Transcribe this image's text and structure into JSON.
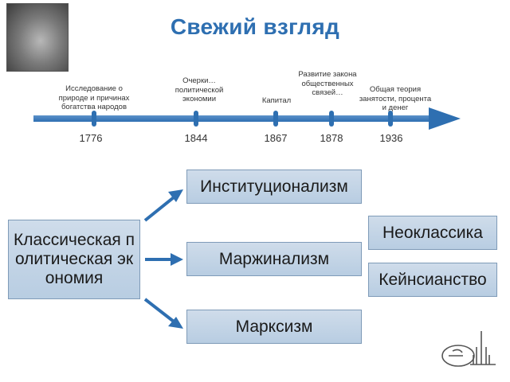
{
  "title": "Свежий взгляд",
  "photo_icon": "hedgehog-in-fog-photo",
  "timeline": {
    "events": [
      {
        "label": "Исследование о природе и причинах богатства народов",
        "year": "1776"
      },
      {
        "label": "Очерки… политической экономии",
        "year": "1844"
      },
      {
        "label": "Капитал",
        "year": "1867"
      },
      {
        "label": "Развитие закона общественных связей…",
        "year": "1878"
      },
      {
        "label": "Общая теория занятости, процента и денег",
        "year": "1936"
      }
    ],
    "colors": {
      "arrow": "#2e6fb1",
      "marker": "#2e6fb1"
    }
  },
  "diagram": {
    "source": "Классическая политическая экономия",
    "targets": [
      "Институционализм",
      "Маржинализм",
      "Марксизм"
    ],
    "right_boxes": [
      "Неоклассика",
      "Кейнсианство"
    ],
    "colors": {
      "box_fill": "#c5d6e8",
      "box_border": "#7f9bb8",
      "arrow": "#2e6fb1"
    }
  },
  "logo_icon": "university-logo"
}
